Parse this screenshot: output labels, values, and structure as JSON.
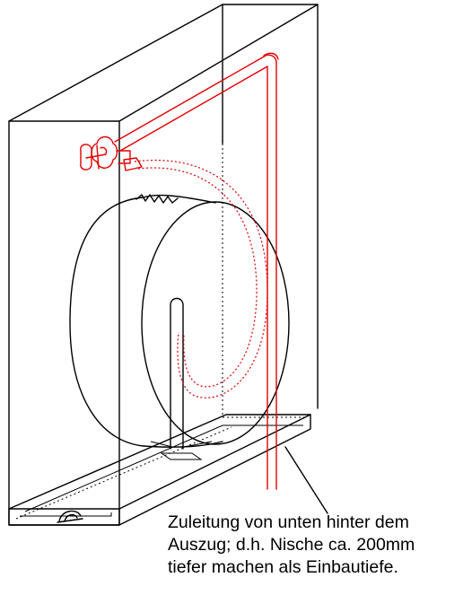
{
  "caption": {
    "line1": "Zuleitung von unten hinter dem",
    "line2": "Auszug; d.h. Nische ca. 200mm",
    "line3": "tiefer machen als Einbautiefe."
  },
  "colors": {
    "line": "#000000",
    "supply_pipe": "#e00000",
    "background": "#ffffff"
  },
  "icons": [
    "valve-handle-icon",
    "drawer-handle-icon"
  ]
}
